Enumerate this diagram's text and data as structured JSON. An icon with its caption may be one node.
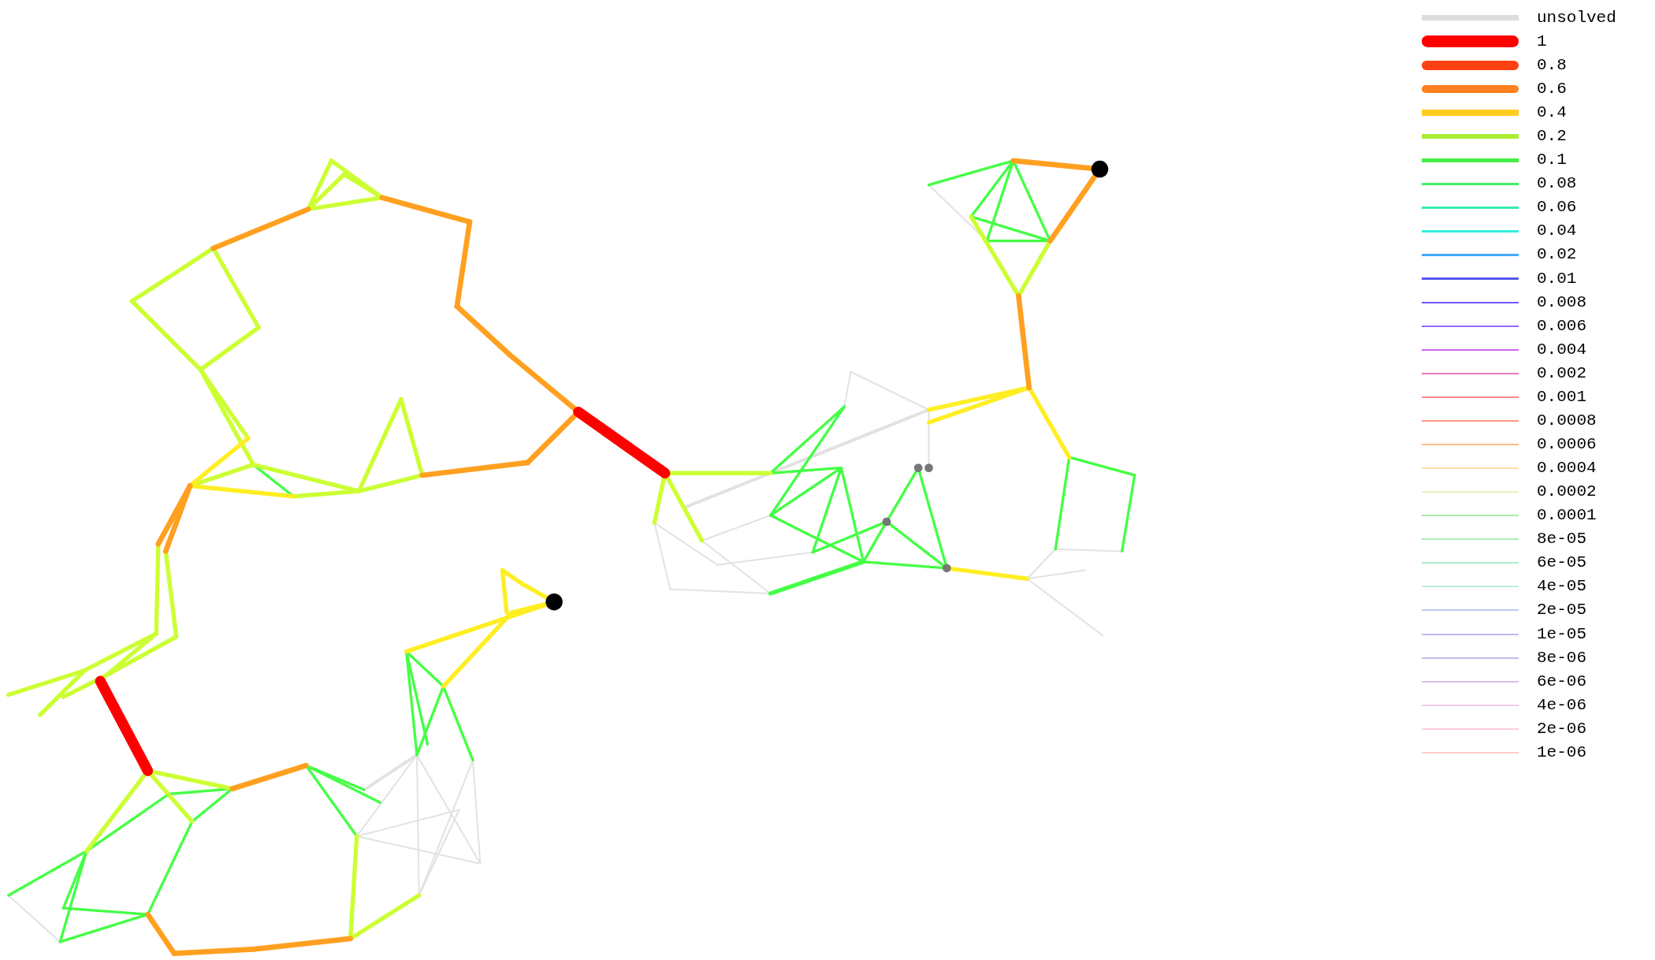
{
  "diagram": {
    "legend": [
      {
        "text": "unsolved",
        "color": "#dddddd"
      },
      {
        "text": "1",
        "color": "#ff0000"
      },
      {
        "text": "0.8",
        "color": "#ff4010"
      },
      {
        "text": "0.6",
        "color": "#ff8020"
      },
      {
        "text": "0.4",
        "color": "#ffcc22"
      },
      {
        "text": "0.2",
        "color": "#aaee33"
      },
      {
        "text": "0.1",
        "color": "#44ee44"
      },
      {
        "text": "0.08",
        "color": "#44ee66"
      },
      {
        "text": "0.06",
        "color": "#33eeaa"
      },
      {
        "text": "0.04",
        "color": "#33eedd"
      },
      {
        "text": "0.02",
        "color": "#44aaff"
      },
      {
        "text": "0.01",
        "color": "#5555ee"
      },
      {
        "text": "0.008",
        "color": "#7755ff"
      },
      {
        "text": "0.006",
        "color": "#9966ff"
      },
      {
        "text": "0.004",
        "color": "#cc66ee"
      },
      {
        "text": "0.002",
        "color": "#ee77bb"
      },
      {
        "text": "0.001",
        "color": "#ff8888"
      },
      {
        "text": "0.0008",
        "color": "#ff9988"
      },
      {
        "text": "0.0006",
        "color": "#ffbb88"
      },
      {
        "text": "0.0004",
        "color": "#ffddaa"
      },
      {
        "text": "0.0002",
        "color": "#eeeebb"
      },
      {
        "text": "0.0001",
        "color": "#aaeeaa"
      },
      {
        "text": "8e-05",
        "color": "#aaeebb"
      },
      {
        "text": "6e-05",
        "color": "#aaeecc"
      },
      {
        "text": "4e-05",
        "color": "#bbeedd"
      },
      {
        "text": "2e-05",
        "color": "#bbccee"
      },
      {
        "text": "1e-05",
        "color": "#bbbbee"
      },
      {
        "text": "8e-06",
        "color": "#ccbbee"
      },
      {
        "text": "6e-06",
        "color": "#ddbbee"
      },
      {
        "text": "4e-06",
        "color": "#eeccee"
      },
      {
        "text": "2e-06",
        "color": "#ffccdd"
      },
      {
        "text": "1e-06",
        "color": "#ffcccc"
      }
    ]
  }
}
